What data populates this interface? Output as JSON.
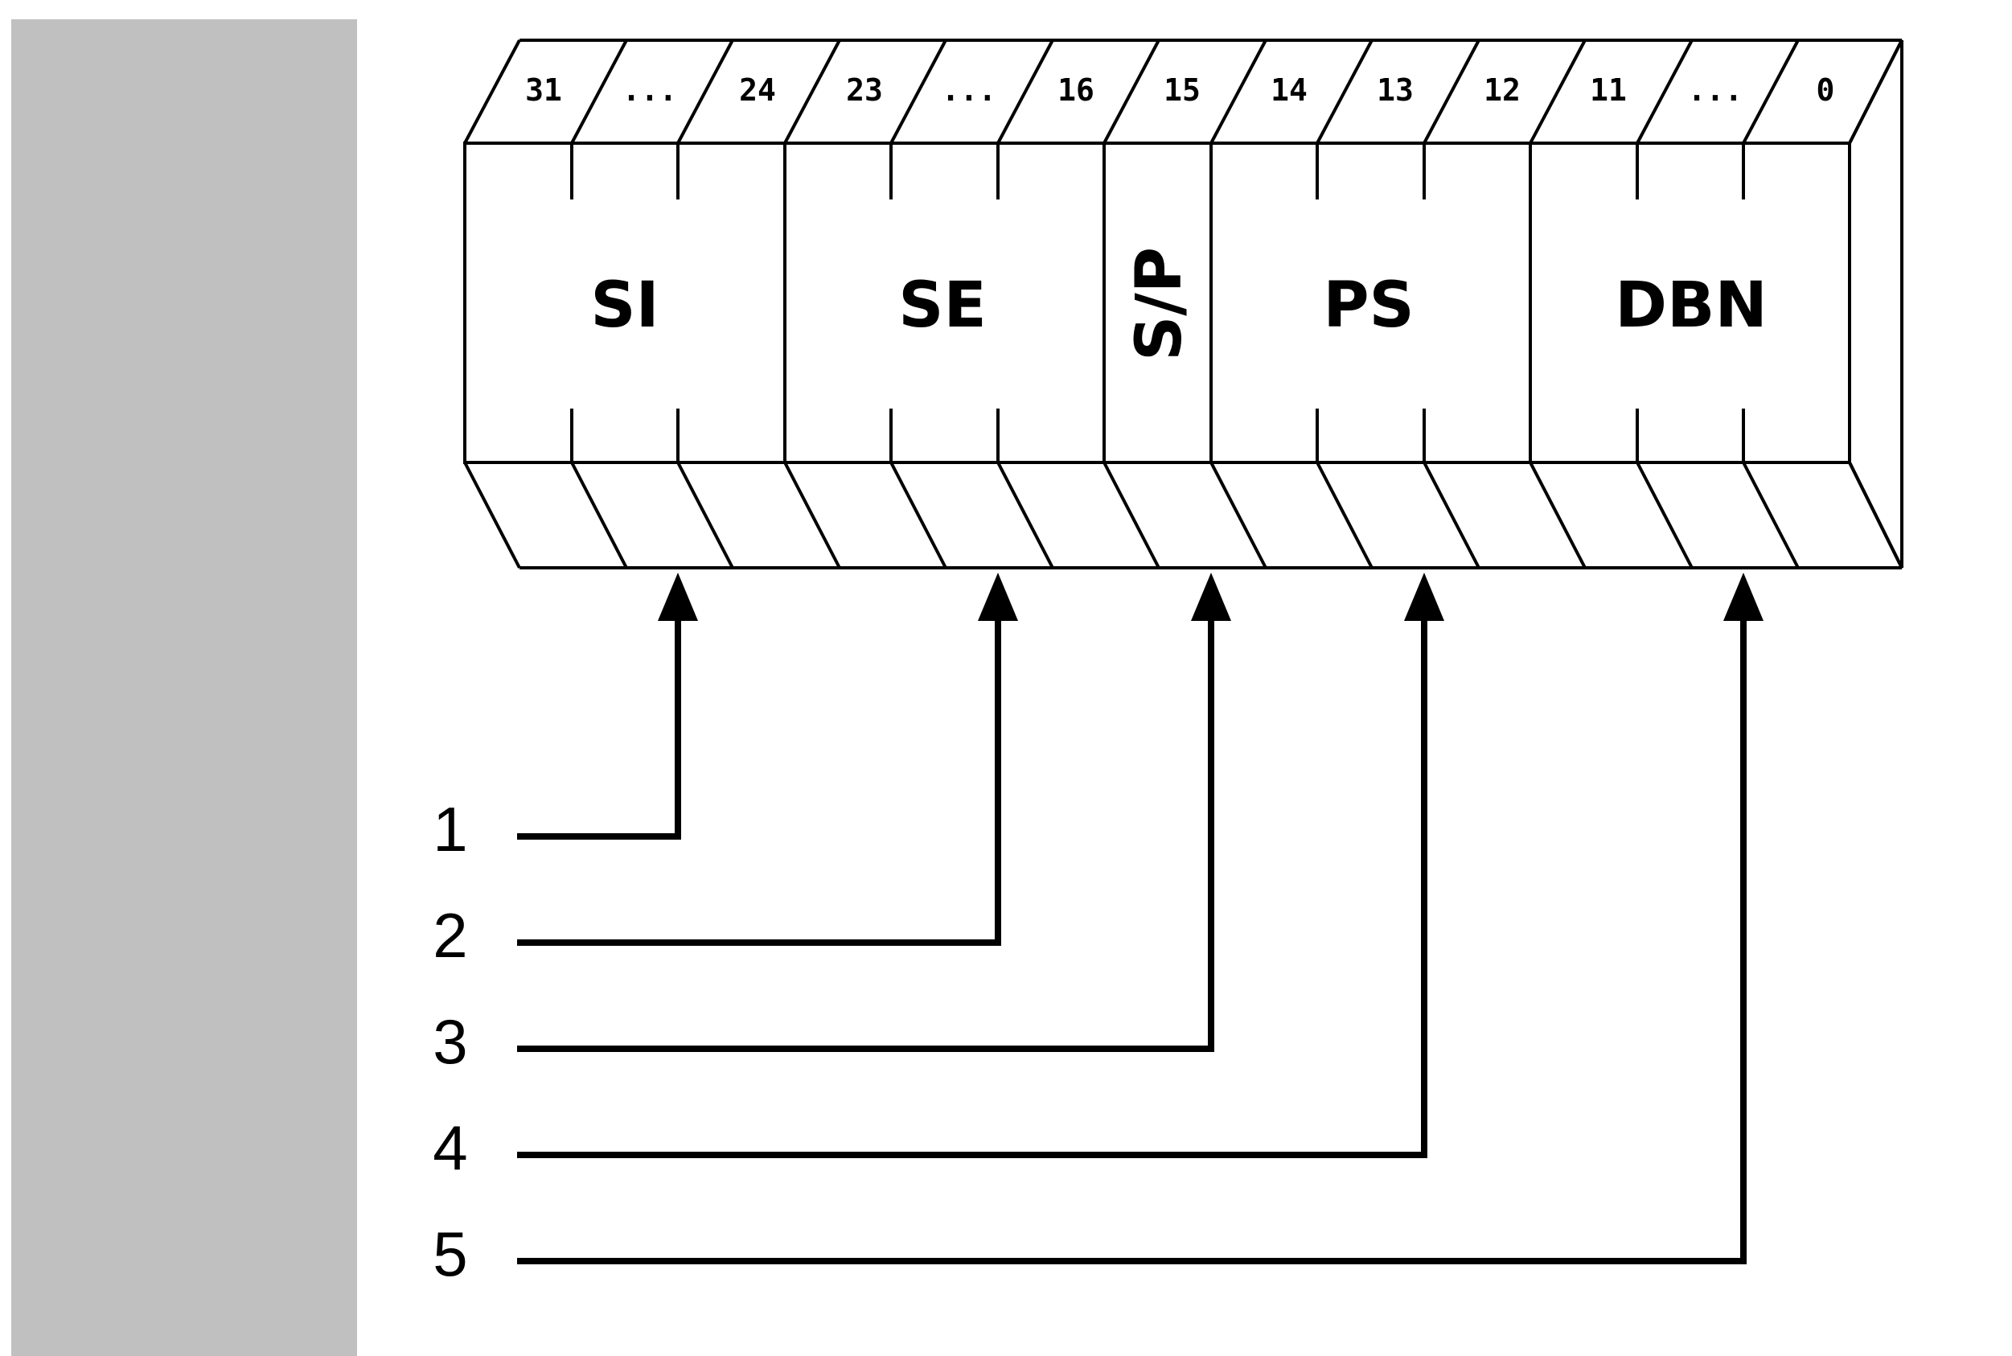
{
  "bit_labels": [
    "31",
    "...",
    "24",
    "23",
    "...",
    "16",
    "15",
    "14",
    "13",
    "12",
    "11",
    "...",
    "0"
  ],
  "fields": [
    {
      "name": "SI"
    },
    {
      "name": "SE"
    },
    {
      "name": "S/P"
    },
    {
      "name": "PS"
    },
    {
      "name": "DBN"
    }
  ],
  "callouts": [
    "1",
    "2",
    "3",
    "4",
    "5"
  ],
  "colors": {
    "sidebar": "#c0c0c0",
    "line": "#000000",
    "background": "#ffffff"
  }
}
